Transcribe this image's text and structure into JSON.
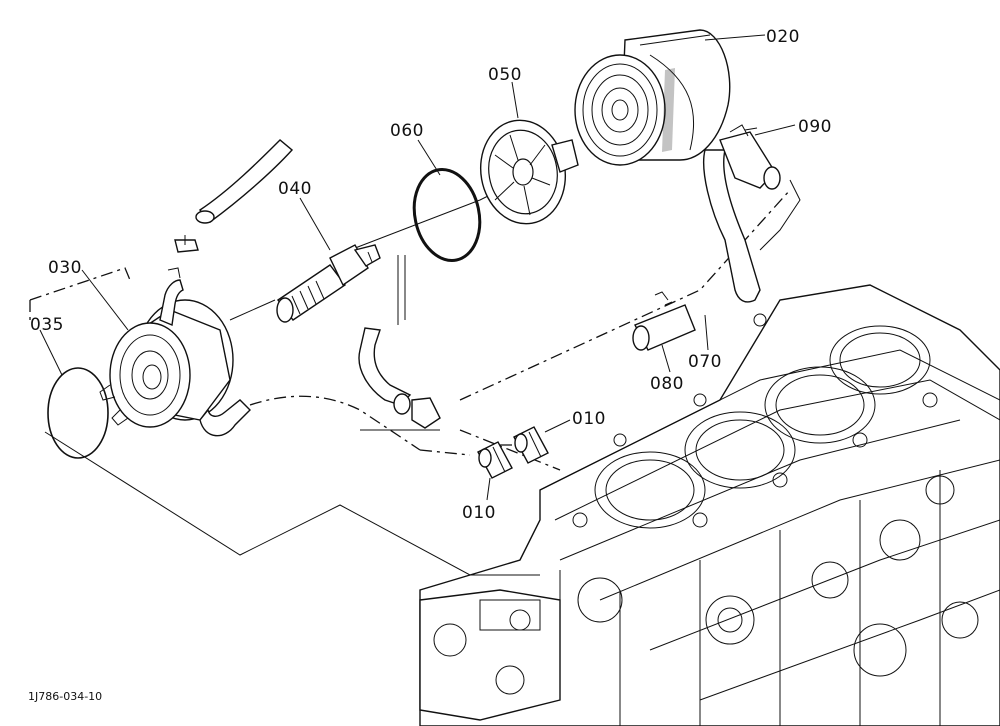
{
  "callouts": [
    {
      "id": "010a",
      "text": "010"
    },
    {
      "id": "010b",
      "text": "010"
    },
    {
      "id": "020",
      "text": "020"
    },
    {
      "id": "030",
      "text": "030"
    },
    {
      "id": "035",
      "text": "035"
    },
    {
      "id": "040",
      "text": "040"
    },
    {
      "id": "050",
      "text": "050"
    },
    {
      "id": "060",
      "text": "060"
    },
    {
      "id": "070",
      "text": "070"
    },
    {
      "id": "080",
      "text": "080"
    },
    {
      "id": "090",
      "text": "090"
    }
  ],
  "drawing_code": "1J786-034-10"
}
